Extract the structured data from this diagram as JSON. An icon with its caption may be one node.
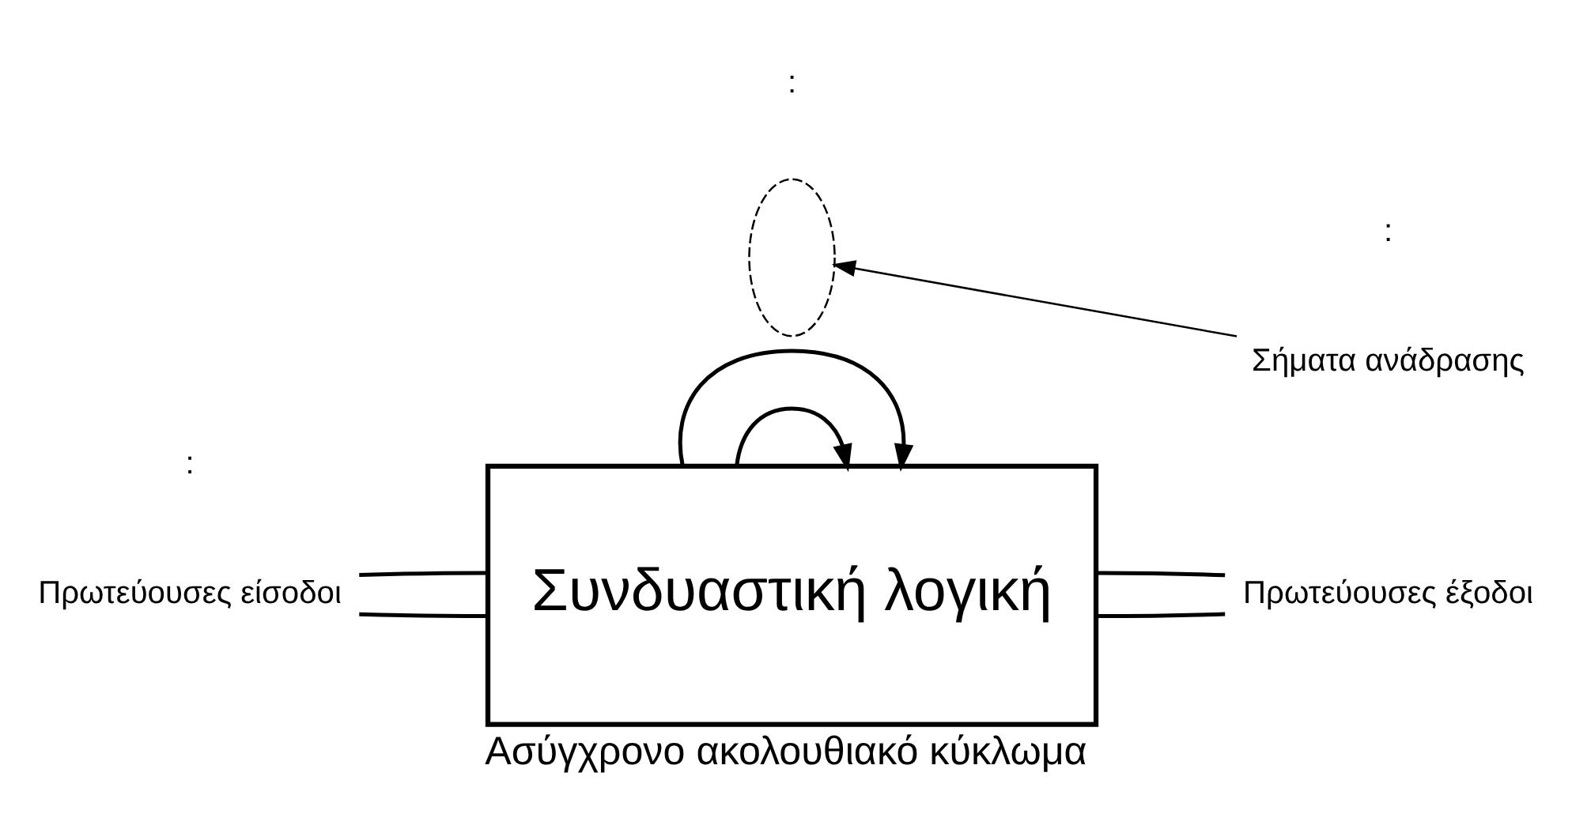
{
  "diagram": {
    "caption": "Ασύγχρονο ακολουθιακό κύκλωμα",
    "nodes": [
      {
        "text": [
          "Πρωτεύουσες είσοδοι"
        ]
      },
      {
        "text": [
          "Συνδυαστική λογική"
        ]
      },
      {
        "text": [
          "Πρωτεύουσες έξοδοι"
        ]
      },
      {
        "text": [],
        "shape": "ellipse"
      },
      {
        "text": [
          "Σήματα ανάδρασης"
        ]
      }
    ],
    "edges": [
      {
        "from": 0,
        "to": 1,
        "arrow": "none"
      },
      {
        "from": 0,
        "to": 1,
        "arrow": "none"
      },
      {
        "from": 1,
        "to": 2,
        "arrow": "none"
      },
      {
        "from": 1,
        "to": 2,
        "arrow": "none"
      },
      {
        "from": 1,
        "to": 1,
        "arrow": "to"
      },
      {
        "from": 1,
        "to": 1,
        "arrow": "to"
      },
      {
        "from": 4,
        "to": 3,
        "arrow": "to"
      }
    ],
    "labels": [
      ":",
      ":",
      ":"
    ]
  }
}
